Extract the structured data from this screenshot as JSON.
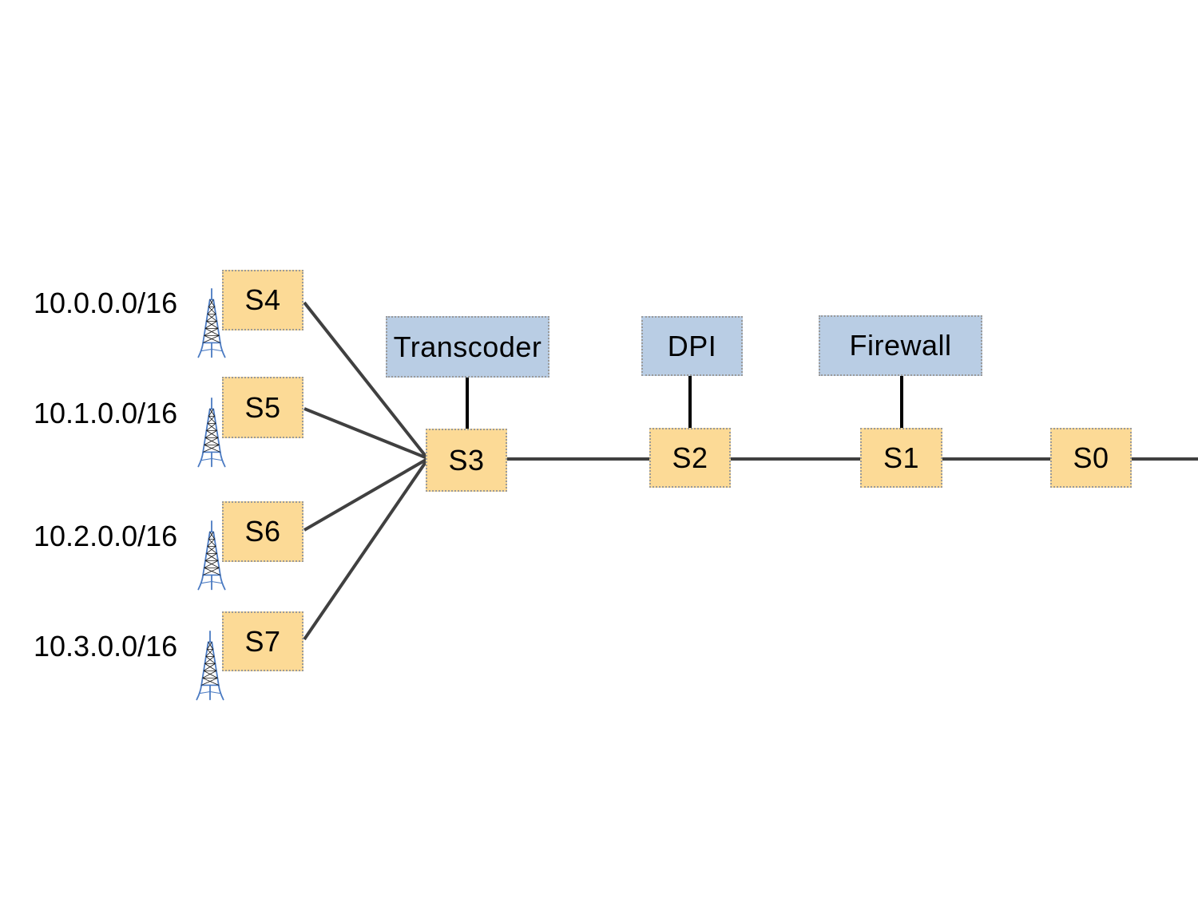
{
  "diagram": {
    "title": "cellular-core-network-topology",
    "subnets": [
      {
        "label": "10.0.0.0/16",
        "switch_label": "S4"
      },
      {
        "label": "10.1.0.0/16",
        "switch_label": "S5"
      },
      {
        "label": "10.2.0.0/16",
        "switch_label": "S6"
      },
      {
        "label": "10.3.0.0/16",
        "switch_label": "S7"
      }
    ],
    "core_switches": [
      {
        "label": "S3"
      },
      {
        "label": "S2"
      },
      {
        "label": "S1"
      },
      {
        "label": "S0"
      }
    ],
    "middleboxes": [
      {
        "label": "Transcoder",
        "attached_to": "S3"
      },
      {
        "label": "DPI",
        "attached_to": "S2"
      },
      {
        "label": "Firewall",
        "attached_to": "S1"
      }
    ],
    "icons": {
      "tower": "radio-tower-icon"
    },
    "colors": {
      "switch_fill": "#FCDA96",
      "middlebox_fill": "#B9CDE4",
      "box_border": "#9A9A9A",
      "link_line": "#404040",
      "stub_line": "#000000",
      "tower_blue": "#4A7AC2"
    }
  }
}
